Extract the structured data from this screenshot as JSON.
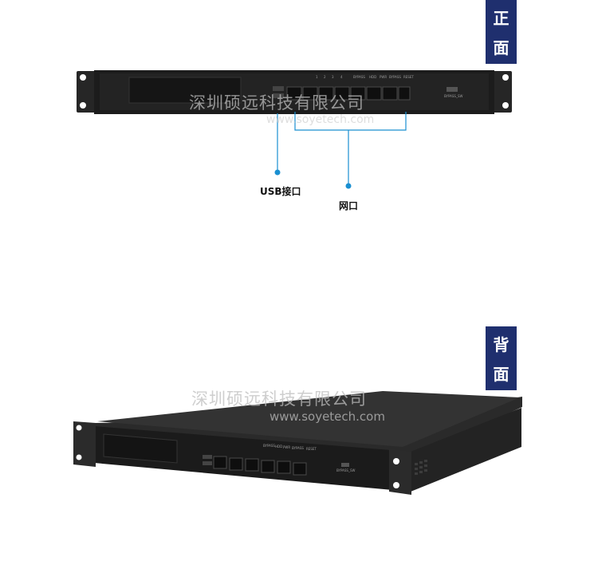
{
  "badges": {
    "front": [
      "正",
      "面"
    ],
    "back": [
      "背",
      "面"
    ]
  },
  "watermark": {
    "company": "深圳硕远科技有限公司",
    "url": "www.soyetech.com"
  },
  "callouts": {
    "usb": "USB接口",
    "network": "网口"
  },
  "colors": {
    "badge": "#1f2f6e",
    "callout_line": "#1a8fd1",
    "chassis": "#1e1e1e"
  }
}
